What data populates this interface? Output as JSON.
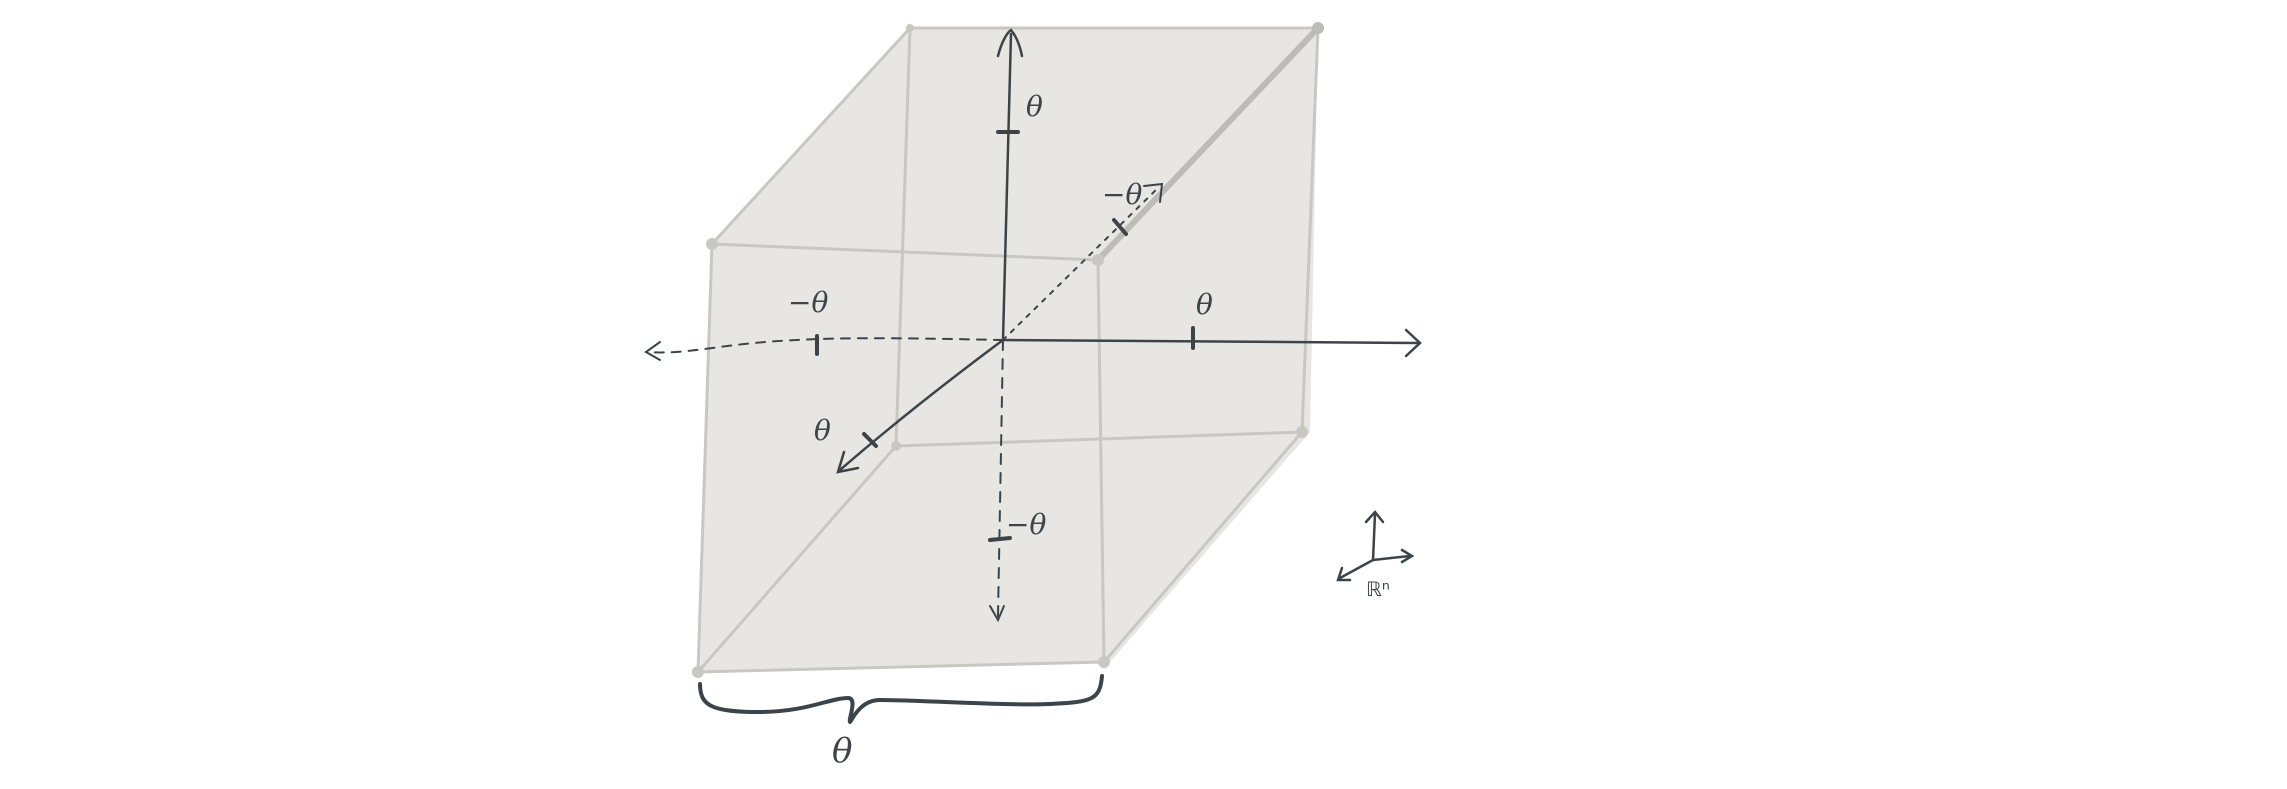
{
  "colors": {
    "cube_fill": "#e7e6e3",
    "cube_edge": "#c9c7c2",
    "axis": "#3c4449"
  },
  "labels": {
    "x_pos": "θ",
    "x_neg": "−θ",
    "y_pos": "θ",
    "y_neg": "−θ",
    "z_pos": "−θ",
    "z_neg": "θ",
    "side_length": "θ",
    "space_symbol": "ℝⁿ"
  }
}
